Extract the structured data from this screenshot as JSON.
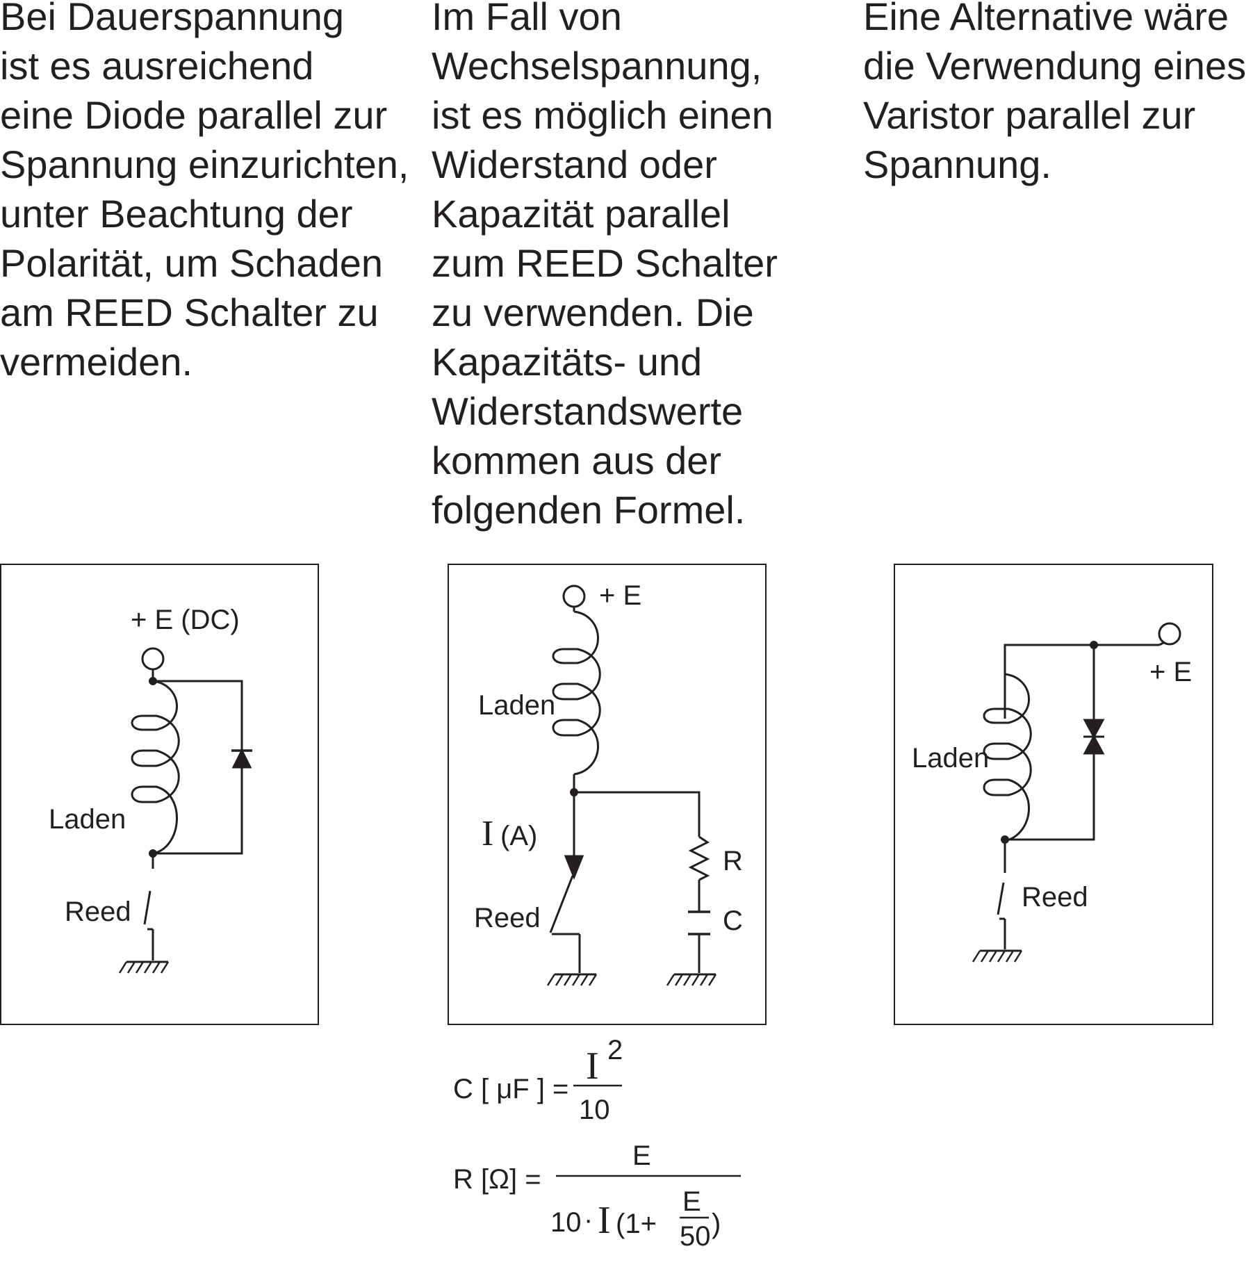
{
  "paragraphs": {
    "dc": [
      "Bei Dauerspannung",
      "ist es ausreichend",
      "eine Diode parallel zur",
      "Spannung einzurichten,",
      "unter Beachtung der",
      "Polarität, um Schaden",
      "am REED Schalter zu",
      "vermeiden."
    ],
    "ac": [
      "Im Fall von",
      "Wechselspannung,",
      "ist es möglich einen",
      "Widerstand oder",
      "Kapazität parallel",
      "zum REED Schalter",
      "zu verwenden. Die",
      "Kapazitäts- und",
      "Widerstandswerte",
      "kommen aus der",
      "folgenden Formel."
    ],
    "varistor": [
      "Eine Alternative wäre",
      "die Verwendung eines",
      "Varistor parallel zur",
      "Spannung."
    ]
  },
  "circuit_dc": {
    "supply": "+ E (DC)",
    "load": "Laden",
    "switch": "Reed"
  },
  "circuit_ac": {
    "supply": "+ E",
    "load": "Laden",
    "current_symbol": "I",
    "current_unit": "(A)",
    "switch": "Reed",
    "resistor": "R",
    "capacitor": "C"
  },
  "circuit_varistor": {
    "supply": "+ E",
    "load": "Laden",
    "switch": "Reed"
  },
  "formulas": {
    "cap_lhs": "C [ μF ] =",
    "cap_num": "I",
    "cap_exp": "2",
    "cap_den": "10",
    "res_lhs": "R [Ω] =",
    "res_num": "E",
    "res_den_a": "10",
    "res_den_dot": "·",
    "res_den_i": "I",
    "res_den_open": "(1+",
    "res_den_frac_num": "E",
    "res_den_frac_den": "50",
    "res_den_close": ")"
  }
}
